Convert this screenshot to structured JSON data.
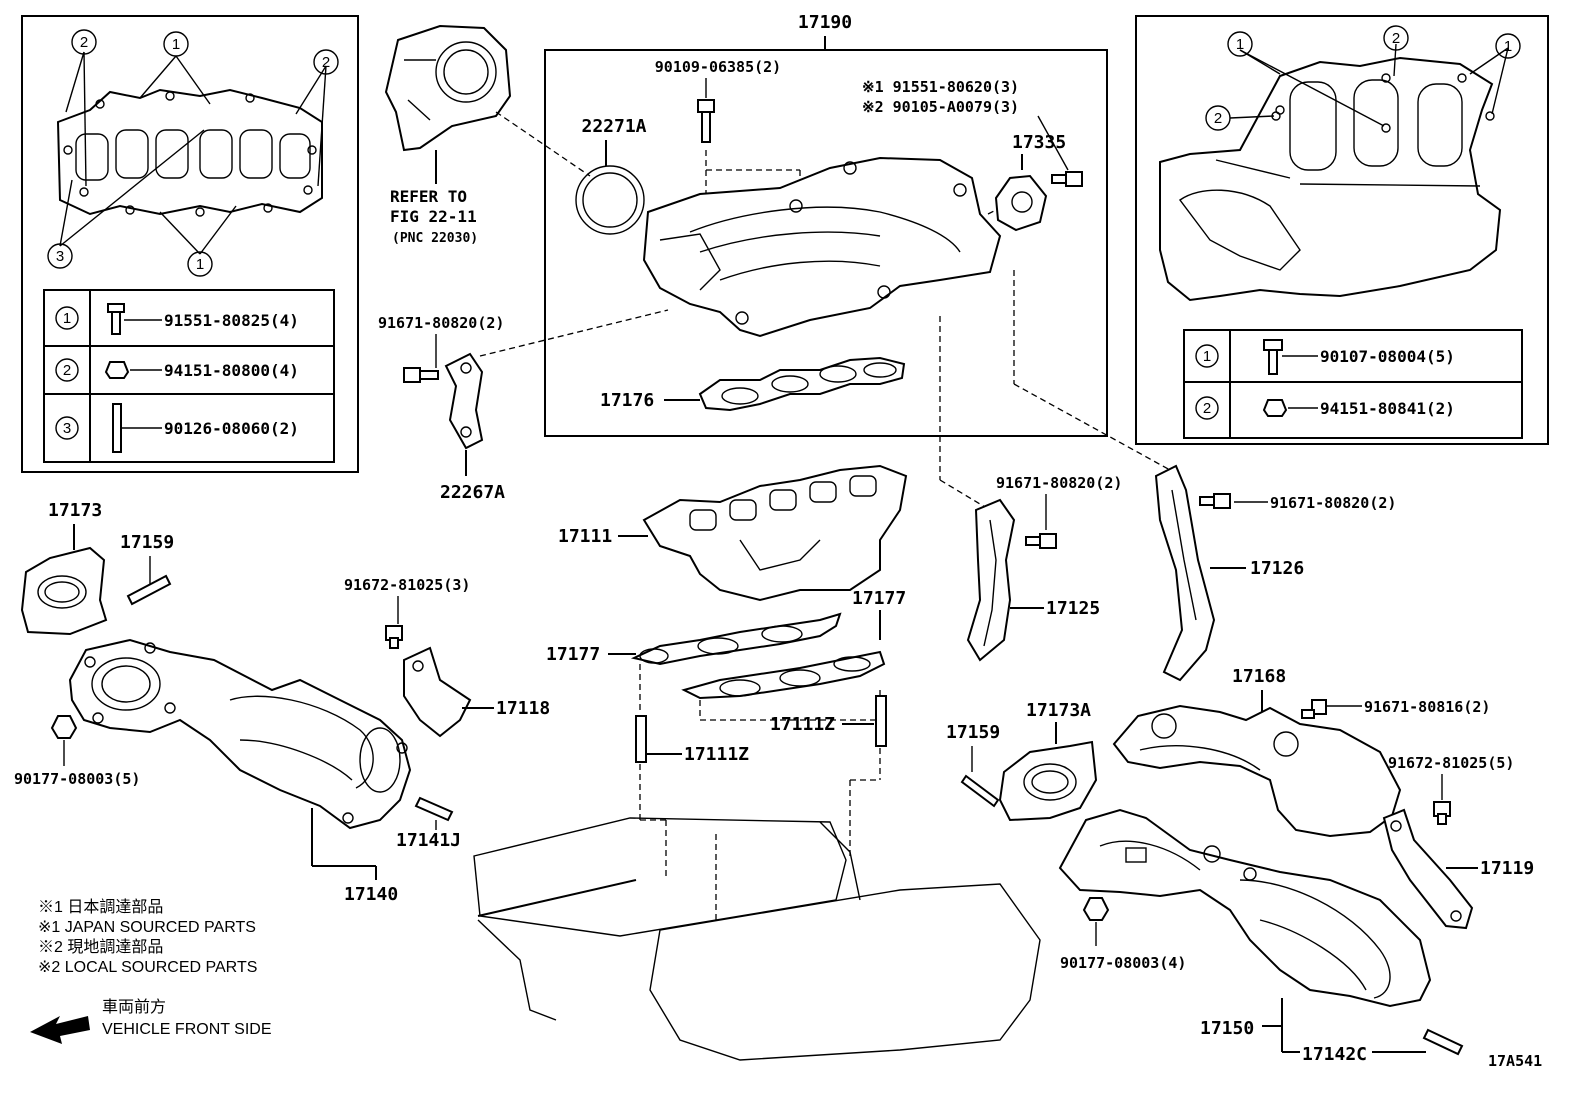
{
  "figure_code": "17A541",
  "main_assembly": {
    "label": "17190"
  },
  "assembly_parts": {
    "p22271A": "22271A",
    "p90109": "90109-06385(2)",
    "p17335": "17335",
    "p17176": "17176",
    "note1_line": "※1 91551-80620(3)",
    "note2_line": "※2 90105-A0079(3)"
  },
  "left_inset": {
    "rows": [
      {
        "no": "1",
        "part": "91551-80825(4)",
        "icon": "bolt-icon"
      },
      {
        "no": "2",
        "part": "94151-80800(4)",
        "icon": "nut-icon"
      },
      {
        "no": "3",
        "part": "90126-08060(2)",
        "icon": "stud-icon"
      }
    ],
    "callouts": [
      "2",
      "1",
      "2",
      "3",
      "1"
    ]
  },
  "right_inset": {
    "rows": [
      {
        "no": "1",
        "part": "90107-08004(5)",
        "icon": "bolt-icon"
      },
      {
        "no": "2",
        "part": "94151-80841(2)",
        "icon": "nut-icon"
      }
    ],
    "callouts": [
      "1",
      "2",
      "1",
      "2"
    ]
  },
  "throttle_ref": {
    "line1": "REFER TO",
    "line2": "FIG 22-11",
    "line3": "(PNC 22030)"
  },
  "labels": {
    "p91671_a": "91671-80820(2)",
    "p22267A": "22267A",
    "p17173": "17173",
    "p17159_a": "17159",
    "p91672_a": "91672-81025(3)",
    "p17118": "17118",
    "p90177_a": "90177-08003(5)",
    "p17141J": "17141J",
    "p17140": "17140",
    "p17111": "17111",
    "p17177_a": "17177",
    "p17177_b": "17177",
    "p17111Z_a": "17111Z",
    "p17111Z_b": "17111Z",
    "p91671_b": "91671-80820(2)",
    "p17125": "17125",
    "p91671_c": "91671-80820(2)",
    "p17126": "17126",
    "p17168": "17168",
    "p91671_d": "91671-80816(2)",
    "p91672_b": "91672-81025(5)",
    "p17119": "17119",
    "p17159_b": "17159",
    "p17173A": "17173A",
    "p90177_b": "90177-08003(4)",
    "p17150": "17150",
    "p17142C": "17142C"
  },
  "notes": [
    "※1  日本調達部品",
    "※1  JAPAN SOURCED PARTS",
    "※2  現地調達部品",
    "※2  LOCAL SOURCED PARTS"
  ],
  "direction": {
    "jp": "車両前方",
    "en": "VEHICLE FRONT SIDE"
  }
}
